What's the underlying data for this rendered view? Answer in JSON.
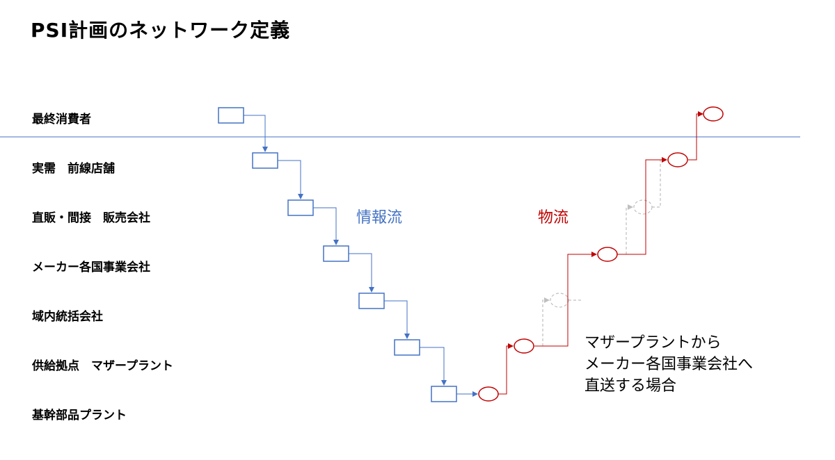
{
  "title": "PSI計画のネットワーク定義",
  "levels": [
    "最終消費者",
    "実需　前線店舗",
    "直販・間接　販売会社",
    "メーカー各国事業会社",
    "域内統括会社",
    "供給拠点　マザープラント",
    "基幹部品プラント"
  ],
  "labels": {
    "info_flow": "情報流",
    "material_flow": "物流"
  },
  "note": [
    "マザープラントから",
    "メーカー各国事業会社へ",
    "直送する場合"
  ],
  "colors": {
    "info": "#4472C4",
    "material": "#C00000",
    "direct": "#BFBFBF",
    "divider": "#4472C4"
  }
}
